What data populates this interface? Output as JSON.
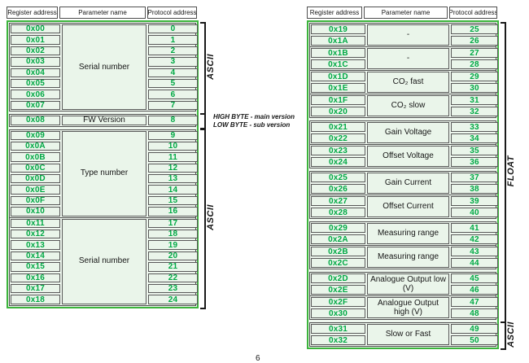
{
  "page": {
    "page_number": "6"
  },
  "colors": {
    "table_border_green": "#3cb43c",
    "cell_background": "#eaf5ea",
    "value_text_green": "#00a844",
    "grid_line": "#4f4f4f",
    "bracket_line": "#1a1a1a"
  },
  "left_table": {
    "headers": [
      "Register address",
      "Parameter name",
      "Protocol address"
    ],
    "blocks": [
      {
        "sections": [
          {
            "param": "Serial number",
            "rows": [
              {
                "reg": "0x00",
                "proto": "0"
              },
              {
                "reg": "0x01",
                "proto": "1"
              },
              {
                "reg": "0x02",
                "proto": "2"
              },
              {
                "reg": "0x03",
                "proto": "3"
              },
              {
                "reg": "0x04",
                "proto": "4"
              },
              {
                "reg": "0x05",
                "proto": "5"
              },
              {
                "reg": "0x06",
                "proto": "6"
              },
              {
                "reg": "0x07",
                "proto": "7"
              }
            ]
          }
        ]
      },
      {
        "sections": [
          {
            "param": "FW Version",
            "rows": [
              {
                "reg": "0x08",
                "proto": "8"
              }
            ]
          }
        ]
      },
      {
        "sections": [
          {
            "param": "Type number",
            "rows": [
              {
                "reg": "0x09",
                "proto": "9"
              },
              {
                "reg": "0x0A",
                "proto": "10"
              },
              {
                "reg": "0x0B",
                "proto": "11"
              },
              {
                "reg": "0x0C",
                "proto": "12"
              },
              {
                "reg": "0x0D",
                "proto": "13"
              },
              {
                "reg": "0x0E",
                "proto": "14"
              },
              {
                "reg": "0x0F",
                "proto": "15"
              },
              {
                "reg": "0x10",
                "proto": "16"
              }
            ]
          },
          {
            "param": "Serial number",
            "rows": [
              {
                "reg": "0x11",
                "proto": "17"
              },
              {
                "reg": "0x12",
                "proto": "18"
              },
              {
                "reg": "0x13",
                "proto": "19"
              },
              {
                "reg": "0x14",
                "proto": "20"
              },
              {
                "reg": "0x15",
                "proto": "21"
              },
              {
                "reg": "0x16",
                "proto": "22"
              },
              {
                "reg": "0x17",
                "proto": "23"
              },
              {
                "reg": "0x18",
                "proto": "24"
              }
            ]
          }
        ]
      }
    ],
    "brackets": [
      {
        "from_block": 0,
        "to_block": 0,
        "label": "ASCII"
      },
      {
        "from_block": 1,
        "to_block": 1,
        "label": ""
      },
      {
        "from_block": 2,
        "to_block": 2,
        "label": "ASCII"
      }
    ],
    "annotation": {
      "block": 1,
      "lines": [
        "HIGH BYTE - main version",
        "LOW BYTE - sub version"
      ]
    }
  },
  "right_table": {
    "headers": [
      "Register address",
      "Parameter name",
      "Protocol address"
    ],
    "blocks": [
      {
        "sections": [
          {
            "param": "-",
            "rows": [
              {
                "reg": "0x19",
                "proto": "25"
              },
              {
                "reg": "0x1A",
                "proto": "26"
              }
            ]
          },
          {
            "param": "-",
            "rows": [
              {
                "reg": "0x1B",
                "proto": "27"
              },
              {
                "reg": "0x1C",
                "proto": "28"
              }
            ]
          },
          {
            "param": "CO₂ fast",
            "rows": [
              {
                "reg": "0x1D",
                "proto": "29"
              },
              {
                "reg": "0x1E",
                "proto": "30"
              }
            ]
          },
          {
            "param": "CO₂ slow",
            "rows": [
              {
                "reg": "0x1F",
                "proto": "31"
              },
              {
                "reg": "0x20",
                "proto": "32"
              }
            ]
          }
        ]
      },
      {
        "sections": [
          {
            "param": "Gain Voltage",
            "rows": [
              {
                "reg": "0x21",
                "proto": "33"
              },
              {
                "reg": "0x22",
                "proto": "34"
              }
            ]
          },
          {
            "param": "Offset Voltage",
            "rows": [
              {
                "reg": "0x23",
                "proto": "35"
              },
              {
                "reg": "0x24",
                "proto": "36"
              }
            ]
          }
        ]
      },
      {
        "sections": [
          {
            "param": "Gain Current",
            "rows": [
              {
                "reg": "0x25",
                "proto": "37"
              },
              {
                "reg": "0x26",
                "proto": "38"
              }
            ]
          },
          {
            "param": "Offset Current",
            "rows": [
              {
                "reg": "0x27",
                "proto": "39"
              },
              {
                "reg": "0x28",
                "proto": "40"
              }
            ]
          }
        ]
      },
      {
        "sections": [
          {
            "param": "Measuring range",
            "rows": [
              {
                "reg": "0x29",
                "proto": "41"
              },
              {
                "reg": "0x2A",
                "proto": "42"
              }
            ]
          },
          {
            "param": "Measuring range",
            "rows": [
              {
                "reg": "0x2B",
                "proto": "43"
              },
              {
                "reg": "0x2C",
                "proto": "44"
              }
            ]
          }
        ]
      },
      {
        "sections": [
          {
            "param": "Analogue Output low (V)",
            "rows": [
              {
                "reg": "0x2D",
                "proto": "45"
              },
              {
                "reg": "0x2E",
                "proto": "46"
              }
            ]
          },
          {
            "param": "Analogue Output high (V)",
            "rows": [
              {
                "reg": "0x2F",
                "proto": "47"
              },
              {
                "reg": "0x30",
                "proto": "48"
              }
            ]
          }
        ]
      },
      {
        "sections": [
          {
            "param": "Slow or Fast",
            "rows": [
              {
                "reg": "0x31",
                "proto": "49"
              },
              {
                "reg": "0x32",
                "proto": "50"
              }
            ]
          }
        ]
      }
    ],
    "brackets": [
      {
        "from_block": 0,
        "to_block": 4,
        "label": "FLOAT"
      },
      {
        "from_block": 5,
        "to_block": 5,
        "label": "ASCII"
      }
    ]
  }
}
